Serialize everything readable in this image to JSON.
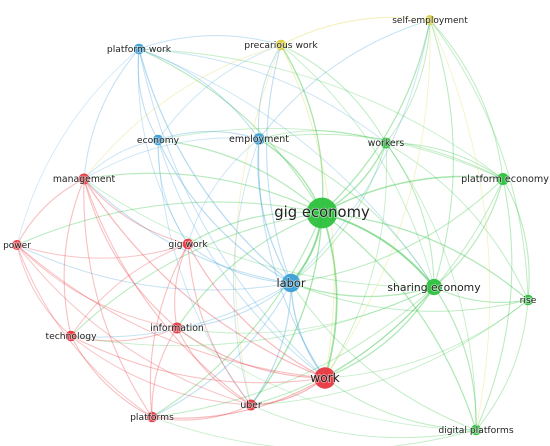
{
  "colors": {
    "red": "#e8373f",
    "green": "#2cc13d",
    "blue": "#3a9fd6",
    "yellow": "#dccf33"
  },
  "nodes": [
    {
      "id": "gig-economy",
      "label": "gig economy",
      "cluster": "green",
      "weight": 5
    },
    {
      "id": "sharing-economy",
      "label": "sharing economy",
      "cluster": "green",
      "weight": 2.2
    },
    {
      "id": "platform-economy",
      "label": "platform economy",
      "cluster": "green",
      "weight": 1.4
    },
    {
      "id": "workers",
      "label": "workers",
      "cluster": "green",
      "weight": 1.2
    },
    {
      "id": "rise",
      "label": "rise",
      "cluster": "green",
      "weight": 1.1
    },
    {
      "id": "digital-platforms",
      "label": "digital platforms",
      "cluster": "green",
      "weight": 1.1
    },
    {
      "id": "labor",
      "label": "labor",
      "cluster": "blue",
      "weight": 2.6
    },
    {
      "id": "employment",
      "label": "employment",
      "cluster": "blue",
      "weight": 1.3
    },
    {
      "id": "economy",
      "label": "economy",
      "cluster": "blue",
      "weight": 1.1
    },
    {
      "id": "platform-work",
      "label": "platform work",
      "cluster": "blue",
      "weight": 1.1
    },
    {
      "id": "precarious-work",
      "label": "precarious work",
      "cluster": "yellow",
      "weight": 1.1
    },
    {
      "id": "self-employment",
      "label": "self-employment",
      "cluster": "yellow",
      "weight": 1.0
    },
    {
      "id": "work",
      "label": "work",
      "cluster": "red",
      "weight": 3.2
    },
    {
      "id": "management",
      "label": "management",
      "cluster": "red",
      "weight": 1.2
    },
    {
      "id": "gig-work",
      "label": "gig work",
      "cluster": "red",
      "weight": 1.1
    },
    {
      "id": "power",
      "label": "power",
      "cluster": "red",
      "weight": 1.0
    },
    {
      "id": "information",
      "label": "information",
      "cluster": "red",
      "weight": 1.2
    },
    {
      "id": "technology",
      "label": "technology",
      "cluster": "red",
      "weight": 1.1
    },
    {
      "id": "platforms",
      "label": "platforms",
      "cluster": "red",
      "weight": 1.1
    },
    {
      "id": "uber",
      "label": "uber",
      "cluster": "red",
      "weight": 1.2
    }
  ],
  "edges": [
    [
      "gig-economy",
      "labor",
      3
    ],
    [
      "gig-economy",
      "work",
      2.6
    ],
    [
      "gig-economy",
      "sharing-economy",
      3
    ],
    [
      "gig-economy",
      "platform-economy",
      2
    ],
    [
      "gig-economy",
      "workers",
      1.8
    ],
    [
      "gig-economy",
      "rise",
      1.6
    ],
    [
      "gig-economy",
      "digital-platforms",
      1.6
    ],
    [
      "gig-economy",
      "employment",
      1.8
    ],
    [
      "gig-economy",
      "economy",
      1.4
    ],
    [
      "gig-economy",
      "platform-work",
      1.4
    ],
    [
      "gig-economy",
      "precarious-work",
      1.8
    ],
    [
      "gig-economy",
      "self-employment",
      1.6
    ],
    [
      "gig-economy",
      "management",
      1.4
    ],
    [
      "gig-economy",
      "gig-work",
      1.4
    ],
    [
      "gig-economy",
      "power",
      1.2
    ],
    [
      "gig-economy",
      "information",
      1.4
    ],
    [
      "gig-economy",
      "technology",
      1.2
    ],
    [
      "gig-economy",
      "platforms",
      1.4
    ],
    [
      "gig-economy",
      "uber",
      1.8
    ],
    [
      "sharing-economy",
      "platform-economy",
      1.4
    ],
    [
      "sharing-economy",
      "rise",
      1.4
    ],
    [
      "sharing-economy",
      "digital-platforms",
      1.4
    ],
    [
      "sharing-economy",
      "workers",
      1.2
    ],
    [
      "sharing-economy",
      "labor",
      1.6
    ],
    [
      "sharing-economy",
      "work",
      1.6
    ],
    [
      "sharing-economy",
      "uber",
      1.2
    ],
    [
      "sharing-economy",
      "platforms",
      1
    ],
    [
      "sharing-economy",
      "self-employment",
      1.2
    ],
    [
      "sharing-economy",
      "employment",
      1
    ],
    [
      "sharing-economy",
      "management",
      0.8
    ],
    [
      "sharing-economy",
      "technology",
      0.8
    ],
    [
      "sharing-economy",
      "information",
      0.8
    ],
    [
      "sharing-economy",
      "precarious-work",
      0.8
    ],
    [
      "platform-economy",
      "workers",
      1.2
    ],
    [
      "platform-economy",
      "rise",
      1.2
    ],
    [
      "platform-economy",
      "digital-platforms",
      1.2
    ],
    [
      "platform-economy",
      "self-employment",
      1
    ],
    [
      "platform-economy",
      "labor",
      1.2
    ],
    [
      "platform-economy",
      "work",
      1
    ],
    [
      "platform-economy",
      "employment",
      1
    ],
    [
      "platform-economy",
      "platform-work",
      0.8
    ],
    [
      "platform-economy",
      "economy",
      0.8
    ],
    [
      "workers",
      "rise",
      1
    ],
    [
      "workers",
      "self-employment",
      1
    ],
    [
      "workers",
      "precarious-work",
      1
    ],
    [
      "workers",
      "labor",
      1
    ],
    [
      "workers",
      "work",
      0.8
    ],
    [
      "workers",
      "employment",
      0.8
    ],
    [
      "workers",
      "digital-platforms",
      0.8
    ],
    [
      "rise",
      "digital-platforms",
      1
    ],
    [
      "rise",
      "self-employment",
      1
    ],
    [
      "rise",
      "labor",
      1
    ],
    [
      "rise",
      "work",
      0.8
    ],
    [
      "rise",
      "uber",
      0.8
    ],
    [
      "digital-platforms",
      "labor",
      1
    ],
    [
      "digital-platforms",
      "work",
      1
    ],
    [
      "digital-platforms",
      "uber",
      0.8
    ],
    [
      "digital-platforms",
      "platforms",
      0.8
    ],
    [
      "digital-platforms",
      "information",
      0.6
    ],
    [
      "labor",
      "work",
      1.8
    ],
    [
      "labor",
      "employment",
      1.6
    ],
    [
      "labor",
      "economy",
      1.4
    ],
    [
      "labor",
      "platform-work",
      1.6
    ],
    [
      "labor",
      "precarious-work",
      1.2
    ],
    [
      "labor",
      "management",
      1.2
    ],
    [
      "labor",
      "gig-work",
      1.2
    ],
    [
      "labor",
      "power",
      1
    ],
    [
      "labor",
      "information",
      1.2
    ],
    [
      "labor",
      "technology",
      1
    ],
    [
      "labor",
      "platforms",
      1.2
    ],
    [
      "labor",
      "uber",
      1.4
    ],
    [
      "labor",
      "self-employment",
      0.8
    ],
    [
      "employment",
      "economy",
      1.2
    ],
    [
      "employment",
      "platform-work",
      1.2
    ],
    [
      "employment",
      "precarious-work",
      1.2
    ],
    [
      "employment",
      "self-employment",
      1
    ],
    [
      "employment",
      "work",
      1.2
    ],
    [
      "employment",
      "management",
      0.8
    ],
    [
      "employment",
      "gig-work",
      0.8
    ],
    [
      "employment",
      "uber",
      0.8
    ],
    [
      "economy",
      "platform-work",
      1.2
    ],
    [
      "economy",
      "work",
      1
    ],
    [
      "economy",
      "management",
      0.8
    ],
    [
      "economy",
      "gig-work",
      0.8
    ],
    [
      "economy",
      "precarious-work",
      0.8
    ],
    [
      "economy",
      "uber",
      0.8
    ],
    [
      "platform-work",
      "precarious-work",
      1
    ],
    [
      "platform-work",
      "work",
      1
    ],
    [
      "platform-work",
      "management",
      1
    ],
    [
      "platform-work",
      "power",
      0.6
    ],
    [
      "platform-work",
      "gig-work",
      0.8
    ],
    [
      "platform-work",
      "workers",
      0.8
    ],
    [
      "platform-work",
      "sharing-economy",
      0.8
    ],
    [
      "precarious-work",
      "self-employment",
      1.2
    ],
    [
      "precarious-work",
      "work",
      1
    ],
    [
      "precarious-work",
      "management",
      0.8
    ],
    [
      "precarious-work",
      "uber",
      0.8
    ],
    [
      "self-employment",
      "work",
      0.8
    ],
    [
      "self-employment",
      "digital-platforms",
      0.8
    ],
    [
      "work",
      "management",
      1.4
    ],
    [
      "work",
      "gig-work",
      1.4
    ],
    [
      "work",
      "power",
      1.2
    ],
    [
      "work",
      "information",
      1.4
    ],
    [
      "work",
      "technology",
      1.2
    ],
    [
      "work",
      "platforms",
      1.4
    ],
    [
      "work",
      "uber",
      1.6
    ],
    [
      "management",
      "gig-work",
      1.2
    ],
    [
      "management",
      "power",
      1.2
    ],
    [
      "management",
      "information",
      1.2
    ],
    [
      "management",
      "technology",
      1.2
    ],
    [
      "management",
      "platforms",
      1.2
    ],
    [
      "management",
      "uber",
      1.2
    ],
    [
      "gig-work",
      "power",
      1
    ],
    [
      "gig-work",
      "information",
      1.2
    ],
    [
      "gig-work",
      "technology",
      1
    ],
    [
      "gig-work",
      "platforms",
      1.2
    ],
    [
      "gig-work",
      "uber",
      1.2
    ],
    [
      "power",
      "information",
      1
    ],
    [
      "power",
      "technology",
      1
    ],
    [
      "power",
      "platforms",
      1
    ],
    [
      "power",
      "uber",
      1
    ],
    [
      "information",
      "technology",
      1.2
    ],
    [
      "information",
      "platforms",
      1.2
    ],
    [
      "information",
      "uber",
      1.2
    ],
    [
      "technology",
      "platforms",
      1.2
    ],
    [
      "technology",
      "uber",
      1
    ],
    [
      "platforms",
      "uber",
      1.2
    ]
  ]
}
